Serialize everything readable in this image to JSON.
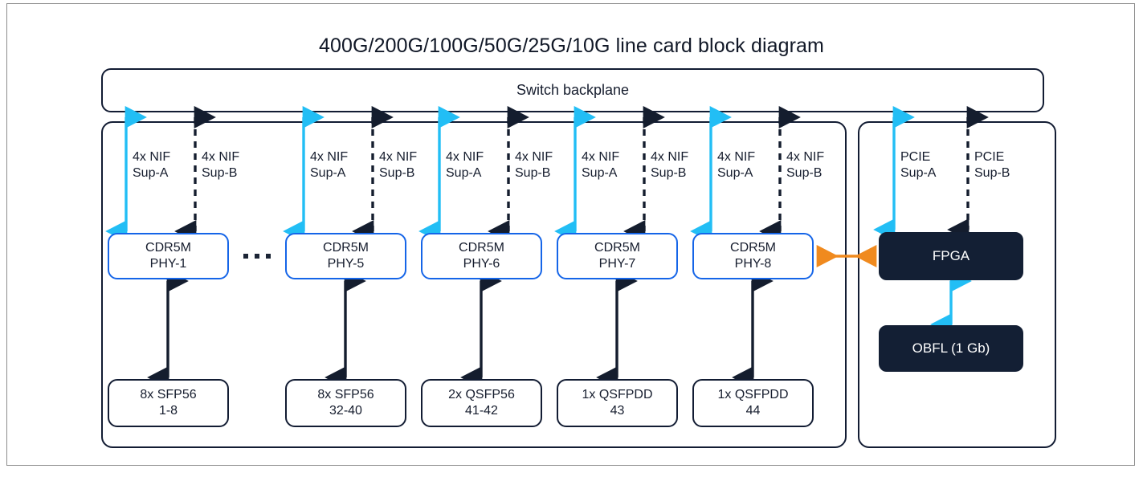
{
  "page": {
    "title": "400G/200G/100G/50G/25G/10G line card block diagram"
  },
  "colors": {
    "cyan_arrow": "#22bef5",
    "black_arrow": "#141d2e",
    "orange_arrow": "#f08a1e",
    "blue_border": "#1565e8",
    "dark_fill": "#131f34",
    "outline": "#121c33",
    "page_frame": "#8d8d8d"
  },
  "backplane": {
    "label": "Switch backplane"
  },
  "line_card_panel": {
    "columns": [
      {
        "id": "col-1",
        "phy": {
          "line1": "CDR5M",
          "line2": "PHY-1"
        },
        "port": {
          "line1": "8x SFP56",
          "line2": "1-8"
        },
        "links": {
          "sup_a": {
            "line1": "4x NIF",
            "line2": "Sup-A",
            "style": "solid-cyan"
          },
          "sup_b": {
            "line1": "4x NIF",
            "line2": "Sup-B",
            "style": "dashed-black"
          }
        }
      },
      {
        "id": "col-5",
        "phy": {
          "line1": "CDR5M",
          "line2": "PHY-5"
        },
        "port": {
          "line1": "8x SFP56",
          "line2": "32-40"
        },
        "links": {
          "sup_a": {
            "line1": "4x NIF",
            "line2": "Sup-A",
            "style": "solid-cyan"
          },
          "sup_b": {
            "line1": "4x NIF",
            "line2": "Sup-B",
            "style": "dashed-black"
          }
        }
      },
      {
        "id": "col-6",
        "phy": {
          "line1": "CDR5M",
          "line2": "PHY-6"
        },
        "port": {
          "line1": "2x QSFP56",
          "line2": "41-42"
        },
        "links": {
          "sup_a": {
            "line1": "4x NIF",
            "line2": "Sup-A",
            "style": "solid-cyan"
          },
          "sup_b": {
            "line1": "4x NIF",
            "line2": "Sup-B",
            "style": "dashed-black"
          }
        }
      },
      {
        "id": "col-7",
        "phy": {
          "line1": "CDR5M",
          "line2": "PHY-7"
        },
        "port": {
          "line1": "1x QSFPDD",
          "line2": "43"
        },
        "links": {
          "sup_a": {
            "line1": "4x NIF",
            "line2": "Sup-A",
            "style": "solid-cyan"
          },
          "sup_b": {
            "line1": "4x NIF",
            "line2": "Sup-B",
            "style": "dashed-black"
          }
        }
      },
      {
        "id": "col-8",
        "phy": {
          "line1": "CDR5M",
          "line2": "PHY-8"
        },
        "port": {
          "line1": "1x QSFPDD",
          "line2": "44"
        },
        "links": {
          "sup_a": {
            "line1": "4x NIF",
            "line2": "Sup-A",
            "style": "solid-cyan"
          },
          "sup_b": {
            "line1": "4x NIF",
            "line2": "Sup-B",
            "style": "dashed-black"
          }
        }
      }
    ],
    "ellipsis": "..."
  },
  "control_panel": {
    "links": {
      "sup_a": {
        "line1": "PCIE",
        "line2": "Sup-A",
        "style": "solid-cyan"
      },
      "sup_b": {
        "line1": "PCIE",
        "line2": "Sup-B",
        "style": "dashed-black"
      }
    },
    "fpga": {
      "label": "FPGA"
    },
    "obfl": {
      "label": "OBFL (1 Gb)"
    }
  }
}
